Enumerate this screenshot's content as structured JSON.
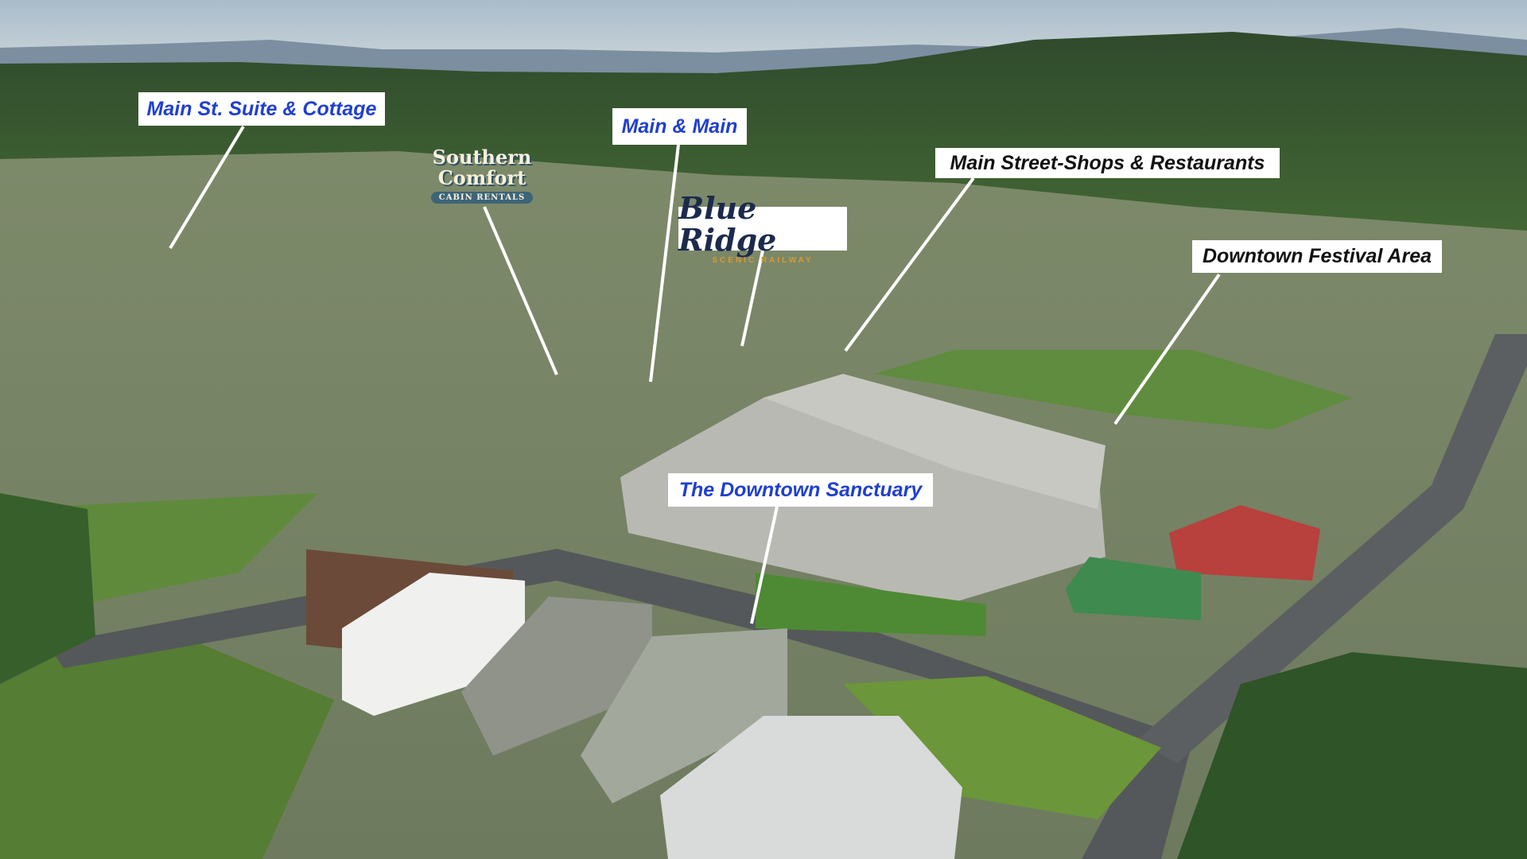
{
  "labels": {
    "main_st_suite": "Main St. Suite & Cottage",
    "main_and_main": "Main & Main",
    "main_street_shops": "Main Street-Shops & Restaurants",
    "festival_area": "Downtown Festival Area",
    "downtown_sanctuary": "The Downtown Sanctuary"
  },
  "logos": {
    "southern_comfort": {
      "line1": "Southern Comfort",
      "line2": "CABIN RENTALS"
    },
    "blue_ridge": {
      "line1": "Blue Ridge",
      "line2": "SCENIC RAILWAY"
    }
  }
}
